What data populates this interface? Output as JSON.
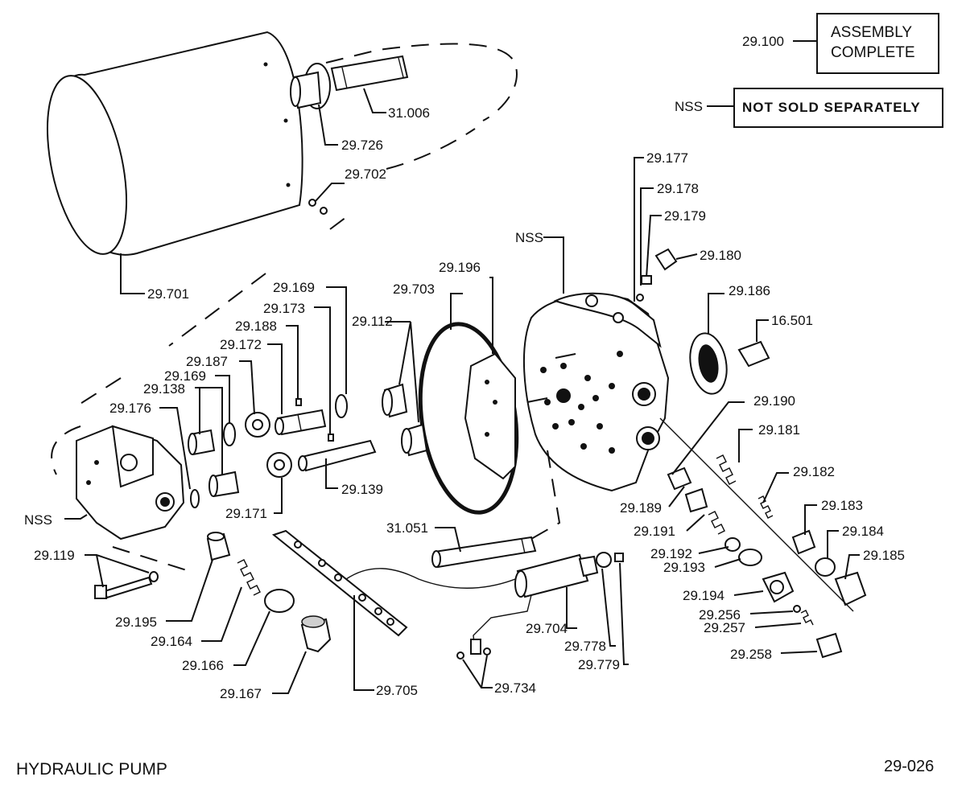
{
  "legend": {
    "assembly_ref": "29.100",
    "assembly_text_1": "ASSEMBLY",
    "assembly_text_2": "COMPLETE",
    "nss_abbrev": "NSS",
    "nss_text": "NOT SOLD SEPARATELY"
  },
  "labels": {
    "l_31006": "31.006",
    "l_29726": "29.726",
    "l_29702": "29.702",
    "l_29701": "29.701",
    "l_29177": "29.177",
    "l_29178": "29.178",
    "l_29179": "29.179",
    "l_29180": "29.180",
    "l_nss_top": "NSS",
    "l_29196": "29.196",
    "l_29703": "29.703",
    "l_29186": "29.186",
    "l_16501": "16.501",
    "l_29169a": "29.169",
    "l_29173": "29.173",
    "l_29188": "29.188",
    "l_29172": "29.172",
    "l_29187": "29.187",
    "l_29169b": "29.169",
    "l_29138": "29.138",
    "l_29176": "29.176",
    "l_29112": "29.112",
    "l_29190": "29.190",
    "l_29181": "29.181",
    "l_29182": "29.182",
    "l_29183": "29.183",
    "l_29184": "29.184",
    "l_29185": "29.185",
    "l_29139": "29.139",
    "l_29171": "29.171",
    "l_nss_left": "NSS",
    "l_29119": "29.119",
    "l_31051": "31.051",
    "l_29189": "29.189",
    "l_29191": "29.191",
    "l_29192": "29.192",
    "l_29193": "29.193",
    "l_29194": "29.194",
    "l_29256": "29.256",
    "l_29257": "29.257",
    "l_29258": "29.258",
    "l_29195": "29.195",
    "l_29164": "29.164",
    "l_29166": "29.166",
    "l_29167": "29.167",
    "l_29705": "29.705",
    "l_29704": "29.704",
    "l_29778": "29.778",
    "l_29779": "29.779",
    "l_29734": "29.734"
  },
  "footer": {
    "title": "HYDRAULIC  PUMP",
    "page_code": "29-026"
  }
}
